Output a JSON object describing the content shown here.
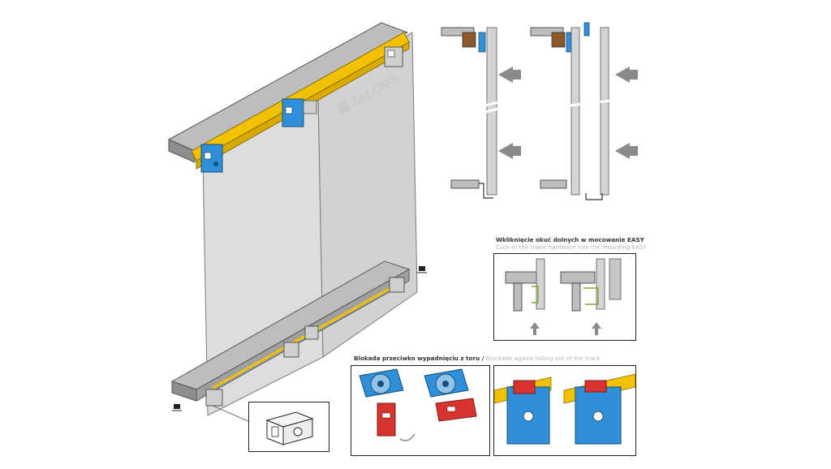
{
  "brand": {
    "logo_text": "ZALONIS"
  },
  "easy_section": {
    "title_pl": "Wkliknięcie okuć dolnych w mocowanie EASY",
    "title_en": "Click-in the lower hardware into the mounting EASY"
  },
  "blockade_section": {
    "title_pl": "Blokada przeciwko wypadnięciu z toru /",
    "title_en": "Blockade agains falling out of the track"
  },
  "colors": {
    "track_yellow": "#f2c200",
    "roller_blue": "#2f8fd8",
    "lock_red": "#d7332f",
    "glass": "#d9d9d9",
    "arrow_gray": "#8a8a8a",
    "wood_brown": "#8b5a2b"
  }
}
